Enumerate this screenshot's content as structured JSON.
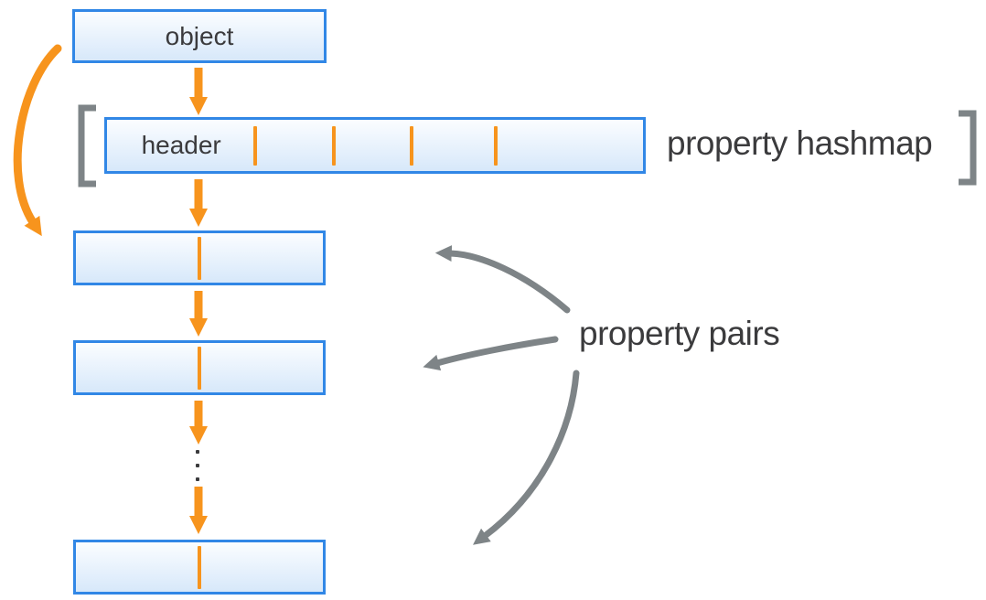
{
  "diagram": {
    "nodes": {
      "object": {
        "label": "object"
      },
      "hashmap_header": {
        "label": "header",
        "slot_divider_positions_pct": [
          27.7,
          42.3,
          56.8,
          72.6
        ]
      },
      "property_pair_count": 3
    },
    "annotations": {
      "hashmap_label": "property hashmap",
      "pairs_label": "property pairs"
    },
    "ellipsis_dot_count": 3,
    "colors": {
      "accent_orange": "#F7941D",
      "box_border_blue": "#3187E6",
      "box_fill_top": "#FBFDFF",
      "box_fill_bottom": "#D7E8FA",
      "annotation_gray": "#7E8487",
      "text_dark": "#3B3B3D",
      "background": "#FFFFFF"
    }
  }
}
